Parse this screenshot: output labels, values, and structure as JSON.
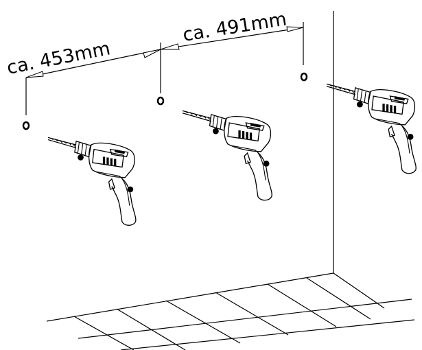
{
  "dimensions": [
    {
      "label": "ca. 453mm"
    },
    {
      "label": "ca. 491mm"
    }
  ],
  "drill_hole_marks": 3,
  "drill_illustrations": 3,
  "icons": [
    "drill-icon",
    "hole-marker-icon",
    "dimension-arrow-icon"
  ]
}
